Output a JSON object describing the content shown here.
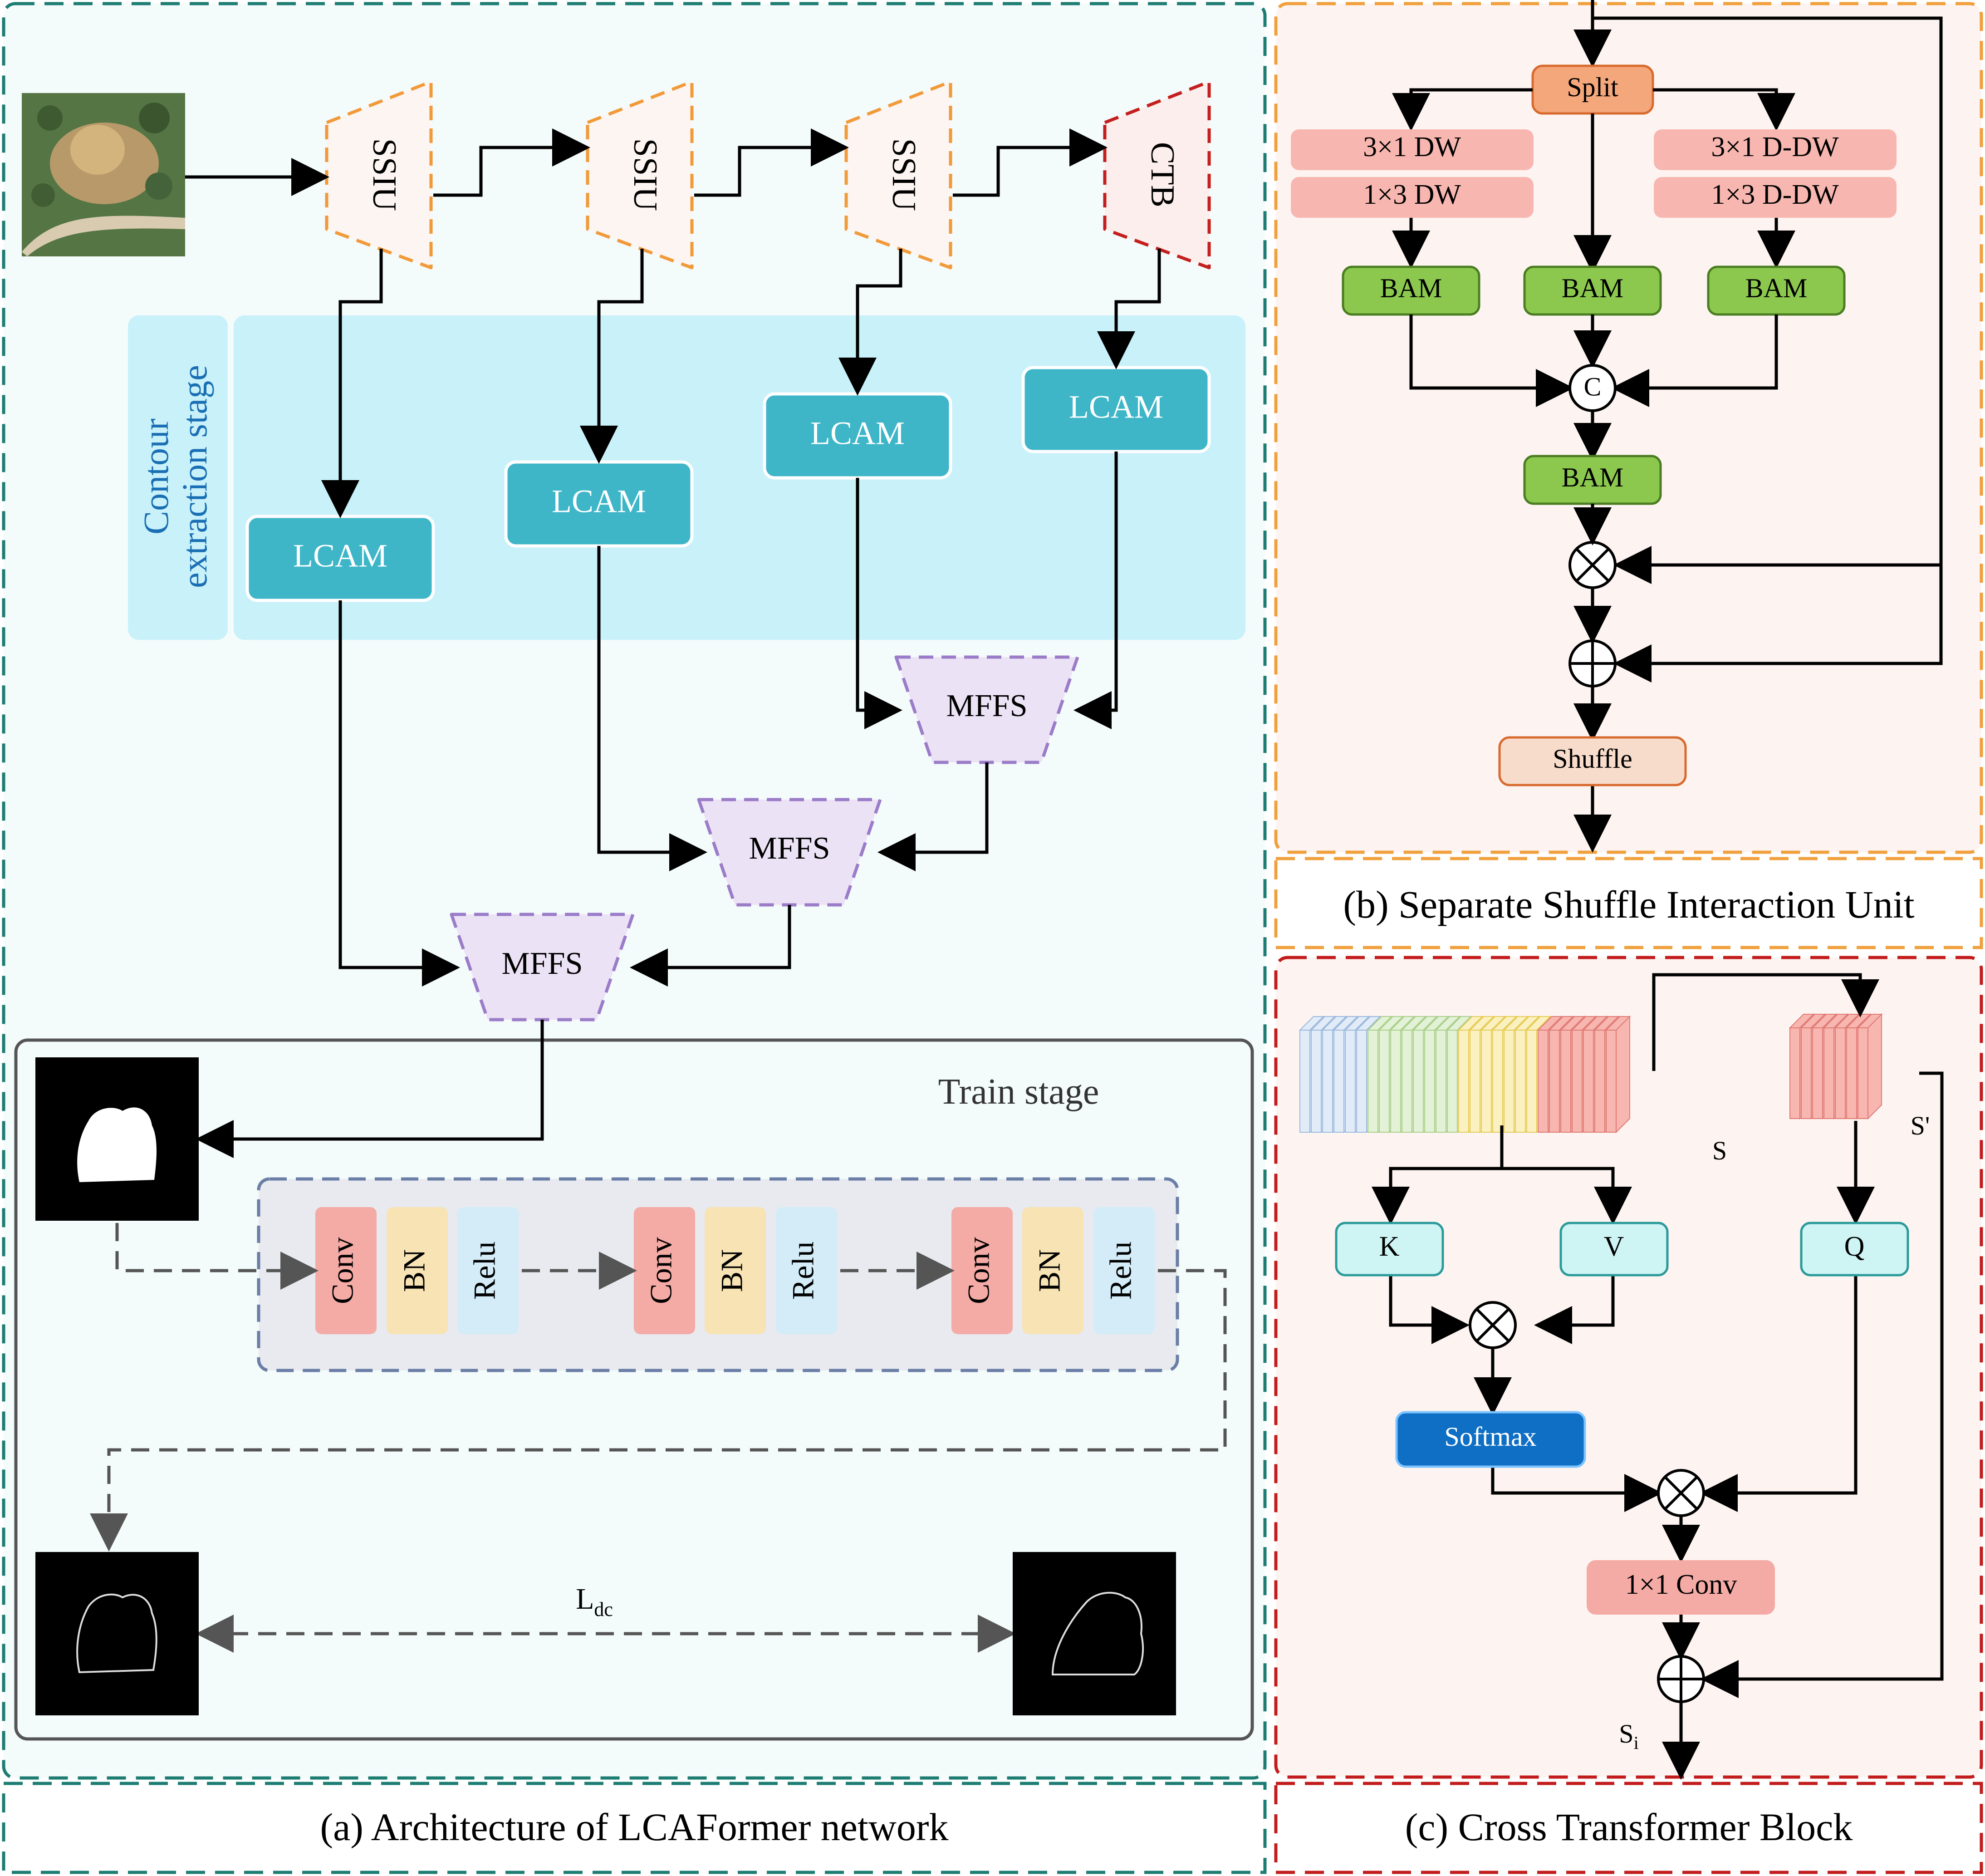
{
  "captions": {
    "a": "(a) Architecture of LCAFormer network",
    "b": "(b) Separate Shuffle Interaction Unit",
    "c": "(c) Cross Transformer Block"
  },
  "panel_a": {
    "contour_stage_label_line1": "Contour",
    "contour_stage_label_line2": "extraction stage",
    "encoder": [
      "SSIU",
      "SSIU",
      "SSIU",
      "CTB"
    ],
    "lcam": [
      "LCAM",
      "LCAM",
      "LCAM",
      "LCAM"
    ],
    "mffs": [
      "MFFS",
      "MFFS",
      "MFFS"
    ],
    "train_stage_label": "Train stage",
    "conv_groups": [
      {
        "conv": "Conv",
        "bn": "BN",
        "relu": "Relu"
      },
      {
        "conv": "Conv",
        "bn": "BN",
        "relu": "Relu"
      },
      {
        "conv": "Conv",
        "bn": "BN",
        "relu": "Relu"
      }
    ],
    "loss_label": "L",
    "loss_sub": "dc"
  },
  "panel_b": {
    "split": "Split",
    "dw1": "3×1 DW",
    "dw2": "1×3 DW",
    "ddw1": "3×1 D-DW",
    "ddw2": "1×3 D-DW",
    "bam": [
      "BAM",
      "BAM",
      "BAM",
      "BAM"
    ],
    "concat": "C",
    "shuffle": "Shuffle"
  },
  "panel_c": {
    "s_label": "S",
    "s_prime_label": "S'",
    "k": "K",
    "v": "V",
    "q": "Q",
    "softmax": "Softmax",
    "conv": "1×1 Conv",
    "si_label": "S",
    "si_sub": "i"
  },
  "colors": {
    "teal_border": "#1e7d73",
    "orange_border": "#f0a03c",
    "red_border": "#c21c1c",
    "panel_a_bg": "#f4fbfb",
    "panel_bc_bg": "#fdf4f1",
    "lcam_fill": "#3eb6c8",
    "contour_bg": "#c8f1fa",
    "encoder_orange": "#f19a3a",
    "encoder_red": "#c41f1f",
    "mffs_fill": "#ece2f5",
    "mffs_border": "#9a7cc8",
    "bam_fill": "#8cc84e",
    "split_fill": "#f4a77a",
    "dw_fill": "#f7b7b0",
    "kvq_fill": "#cef4f4",
    "softmax_fill": "#0e6fc4",
    "conv_red": "#f4aaa5",
    "bn_yellow": "#f7e3b3",
    "relu_blue": "#d3ecf8"
  }
}
